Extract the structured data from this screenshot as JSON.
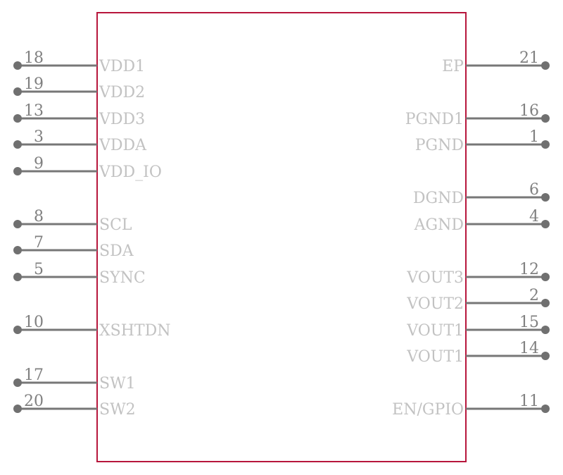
{
  "colors": {
    "body_outline": "#b7163c",
    "pin_line": "#777777",
    "pin_dot": "#707070",
    "pin_name": "#c2c2c2",
    "pin_number": "#808080"
  },
  "left_pins": [
    {
      "number": "18",
      "name": "VDD1"
    },
    {
      "number": "19",
      "name": "VDD2"
    },
    {
      "number": "13",
      "name": "VDD3"
    },
    {
      "number": "3",
      "name": "VDDA"
    },
    {
      "number": "9",
      "name": "VDD_IO"
    },
    {
      "number": "8",
      "name": "SCL"
    },
    {
      "number": "7",
      "name": "SDA"
    },
    {
      "number": "5",
      "name": "SYNC"
    },
    {
      "number": "10",
      "name": "XSHTDN"
    },
    {
      "number": "17",
      "name": "SW1"
    },
    {
      "number": "20",
      "name": "SW2"
    }
  ],
  "right_pins": [
    {
      "number": "21",
      "name": "EP"
    },
    {
      "number": "16",
      "name": "PGND1"
    },
    {
      "number": "1",
      "name": "PGND"
    },
    {
      "number": "6",
      "name": "DGND"
    },
    {
      "number": "4",
      "name": "AGND"
    },
    {
      "number": "12",
      "name": "VOUT3"
    },
    {
      "number": "2",
      "name": "VOUT2"
    },
    {
      "number": "15",
      "name": "VOUT1"
    },
    {
      "number": "14",
      "name": "VOUT1"
    },
    {
      "number": "11",
      "name": "EN/GPIO"
    }
  ]
}
